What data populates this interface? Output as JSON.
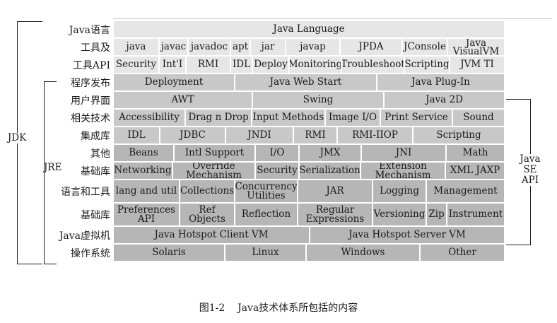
{
  "row_labels": [
    "Java语言",
    "工具及",
    "工具API",
    "程序发布",
    "用户界面",
    "相关技术",
    "集成库",
    "其他",
    "基础库",
    "语言和工具",
    "基础库",
    "Java虚拟机",
    "操作系统"
  ],
  "side_labels": {
    "jdk": "JDK",
    "jre": "JRE",
    "java_se_api": [
      "Java",
      "SE",
      "API"
    ]
  },
  "rows": [
    [
      "Java Language"
    ],
    [
      "java",
      "javac",
      "javadoc",
      "apt",
      "jar",
      "javap",
      "JPDA",
      "JConsole",
      "Java VisualVM"
    ],
    [
      "Security",
      "Int'I",
      "RMI",
      "IDL",
      "Deploy",
      "Monitoring",
      "Troubleshoot",
      "Scripting",
      "JVM TI"
    ],
    [
      "Deployment",
      "Java Web Start",
      "Java Plug-In"
    ],
    [
      "AWT",
      "Swing",
      "Java 2D"
    ],
    [
      "Accessibility",
      "Drag n Drop",
      "Input Methods",
      "Image I/O",
      "Print Service",
      "Sound"
    ],
    [
      "IDL",
      "JDBC",
      "JNDI",
      "RMI",
      "RMI-IIOP",
      "Scripting"
    ],
    [
      "Beans",
      "Intl Support",
      "I/O",
      "JMX",
      "JNI",
      "Math"
    ],
    [
      "Networking",
      "Override Mechanism",
      "Security",
      "Serialization",
      "Extension Mechanism",
      "XML JAXP"
    ],
    [
      "lang and util",
      "Collections",
      "Concurrency Utilities",
      "JAR",
      "Logging",
      "Management"
    ],
    [
      "Preferences API",
      "Ref Objects",
      "Reflection",
      "Regular Expressions",
      "Versioning",
      "Zip",
      "Instrument"
    ],
    [
      "Java Hotspot Client VM",
      "Java Hotspot Server VM"
    ],
    [
      "Solaris",
      "Linux",
      "Windows",
      "Other"
    ]
  ],
  "caption": "图1-2    Java技术体系所包括的内容"
}
